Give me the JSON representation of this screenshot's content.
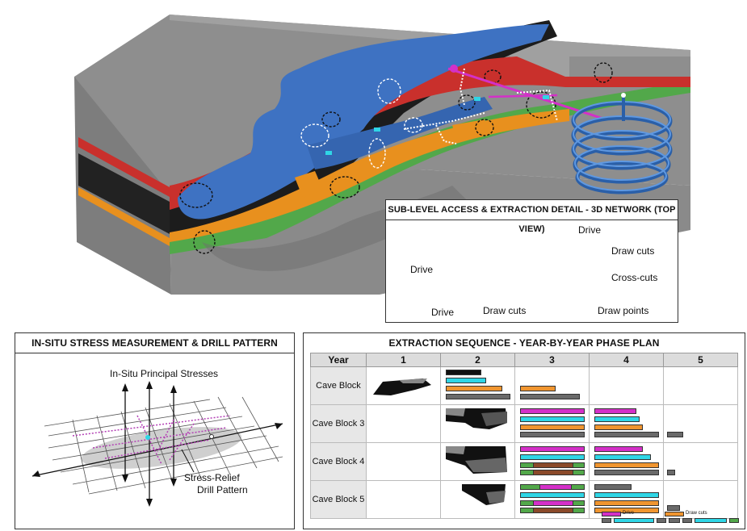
{
  "colors": {
    "drive": "#d430c8",
    "crosscut": "#2fd6e6",
    "drawcut": "#f0952f",
    "drawpoint": "#6a6a6a",
    "green": "#52a84a",
    "brown": "#8b4a2a",
    "ore_blue": "#3e72c2",
    "red_layer": "#c9302c",
    "orange_layer": "#e8901e"
  },
  "detail_panel": {
    "title": "SUB-LEVEL ACCESS & EXTRACTION DETAIL - 3D NETWORK (TOP VIEW)",
    "labels": {
      "drive_top": "Drive",
      "drive_left": "Drive",
      "drive_bottom": "Drive",
      "draw_cuts_right": "Draw cuts",
      "cross_cuts": "Cross-cuts",
      "draw_cuts_bottom": "Draw cuts",
      "draw_points": "Draw points"
    }
  },
  "stress_panel": {
    "title": "IN-SITU STRESS MEASUREMENT & DRILL PATTERN",
    "principal_label": "In-Situ Principal Stresses",
    "drill_label_1": "Stress-Relief",
    "drill_label_2": "Drill Pattern"
  },
  "sequence_panel": {
    "title": "EXTRACTION SEQUENCE - YEAR-BY-YEAR PHASE PLAN",
    "headers": [
      "Year",
      "1",
      "2",
      "3",
      "4",
      "5"
    ],
    "rows": [
      "Cave Block",
      "Cave Block 3",
      "Cave Block 4",
      "Cave Block 5"
    ],
    "legend": {
      "drive": "Drive",
      "draw_cuts": "Draw cuts"
    }
  }
}
